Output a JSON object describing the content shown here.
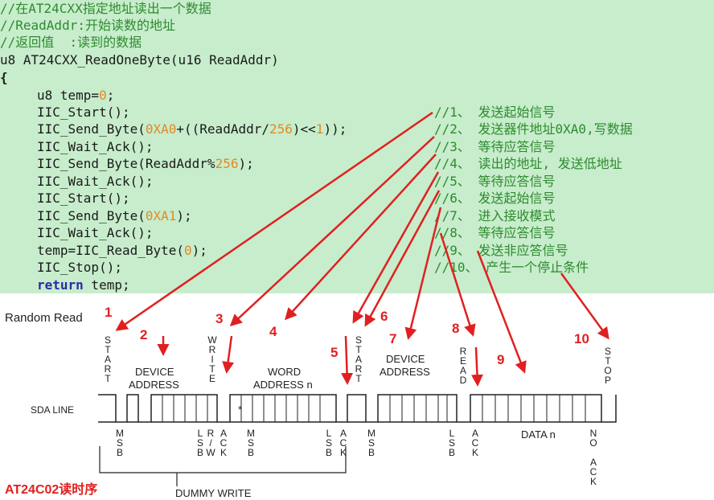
{
  "code": {
    "comment1": "//在AT24CXX指定地址读出一个数据",
    "comment2": "//ReadAddr:开始读数的地址",
    "comment3": "//返回值  :读到的数据",
    "signature": "u8 AT24CXX_ReadOneByte(u16 ReadAddr)",
    "open_brace": "{",
    "decl_prefix": "u8 temp=",
    "decl_num": "0",
    "decl_suffix": ";",
    "l1": "IIC_Start();",
    "l2_a": "IIC_Send_Byte(",
    "l2_num": "0XA0",
    "l2_b": "+((ReadAddr/",
    "l2_num2": "256",
    "l2_c": ")<<",
    "l2_num3": "1",
    "l2_d": "));",
    "l3": "IIC_Wait_Ack();",
    "l4_a": "IIC_Send_Byte(ReadAddr%",
    "l4_num": "256",
    "l4_b": ");",
    "l5": "IIC_Wait_Ack();",
    "l6": "IIC_Start();",
    "l7_a": "IIC_Send_Byte(",
    "l7_num": "0XA1",
    "l7_b": ");",
    "l8": "IIC_Wait_Ack();",
    "l9_a": "temp=IIC_Read_Byte(",
    "l9_num": "0",
    "l9_b": ");",
    "l10": "IIC_Stop();",
    "ret_kw": "return",
    "ret_rest": " temp;",
    "comments": [
      "//1、 发送起始信号",
      "//2、 发送器件地址0XA0,写数据",
      "//3、 等待应答信号",
      "//4、 读出的地址, 发送低地址",
      "//5、 等待应答信号",
      "//6、 发送起始信号",
      "//7、 进入接收模式",
      "//8、 等待应答信号",
      "//9、 发送非应答信号",
      "//10、 产生一个停止条件"
    ]
  },
  "diagram": {
    "title": "Random Read",
    "sda": "SDA LINE",
    "device_address": [
      "DEVICE",
      "ADDRESS"
    ],
    "word_address": [
      "WORD",
      "ADDRESS n"
    ],
    "device_address2": [
      "DEVICE",
      "ADDRESS"
    ],
    "data_n": "DATA n",
    "dummy_write": "DUMMY WRITE",
    "caption": "AT24C02读时序",
    "star": "*",
    "numbers": [
      "1",
      "2",
      "3",
      "4",
      "5",
      "6",
      "7",
      "8",
      "9",
      "10"
    ],
    "vertical_labels": {
      "start1": "START",
      "write": "WRITE",
      "start2": "START",
      "read": "READ",
      "stop": "STOP",
      "msb1": "MSB",
      "lsb1": "LSB",
      "rw": "R/W",
      "ack1": "ACK",
      "msb2": "MSB",
      "lsb2": "LSB",
      "ack2": "ACK",
      "msb3": "MSB",
      "lsb3": "LSB",
      "ack3": "ACK",
      "no_ack": "NO ACK"
    }
  },
  "colors": {
    "background": "#c7edcc",
    "comment": "#2f8a2f",
    "number": "#e08a2a",
    "keyword": "#2a2aa8",
    "arrow": "#e02020"
  }
}
